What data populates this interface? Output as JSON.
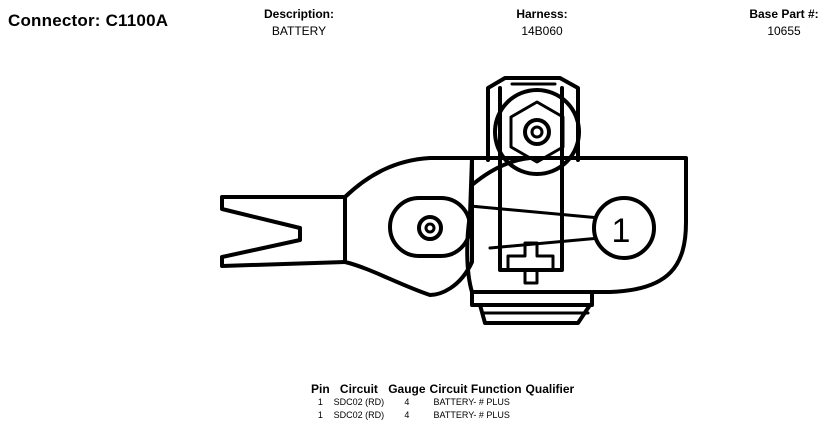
{
  "header": {
    "connector_title": "Connector: C1100A",
    "description_label": "Description:",
    "description_value": "BATTERY",
    "harness_label": "Harness:",
    "harness_value": "14B060",
    "base_part_label": "Base Part #:",
    "base_part_value": "10655"
  },
  "drawing": {
    "pin_callout": "1",
    "stroke_color": "#000000"
  },
  "pin_table": {
    "columns": [
      "Pin",
      "Circuit",
      "Gauge",
      "Circuit Function",
      "Qualifier"
    ],
    "rows": [
      {
        "pin": "1",
        "circuit": "SDC02 (RD)",
        "gauge": "4",
        "function": "BATTERY- # PLUS",
        "qualifier": ""
      },
      {
        "pin": "1",
        "circuit": "SDC02 (RD)",
        "gauge": "4",
        "function": "BATTERY- # PLUS",
        "qualifier": ""
      }
    ]
  }
}
